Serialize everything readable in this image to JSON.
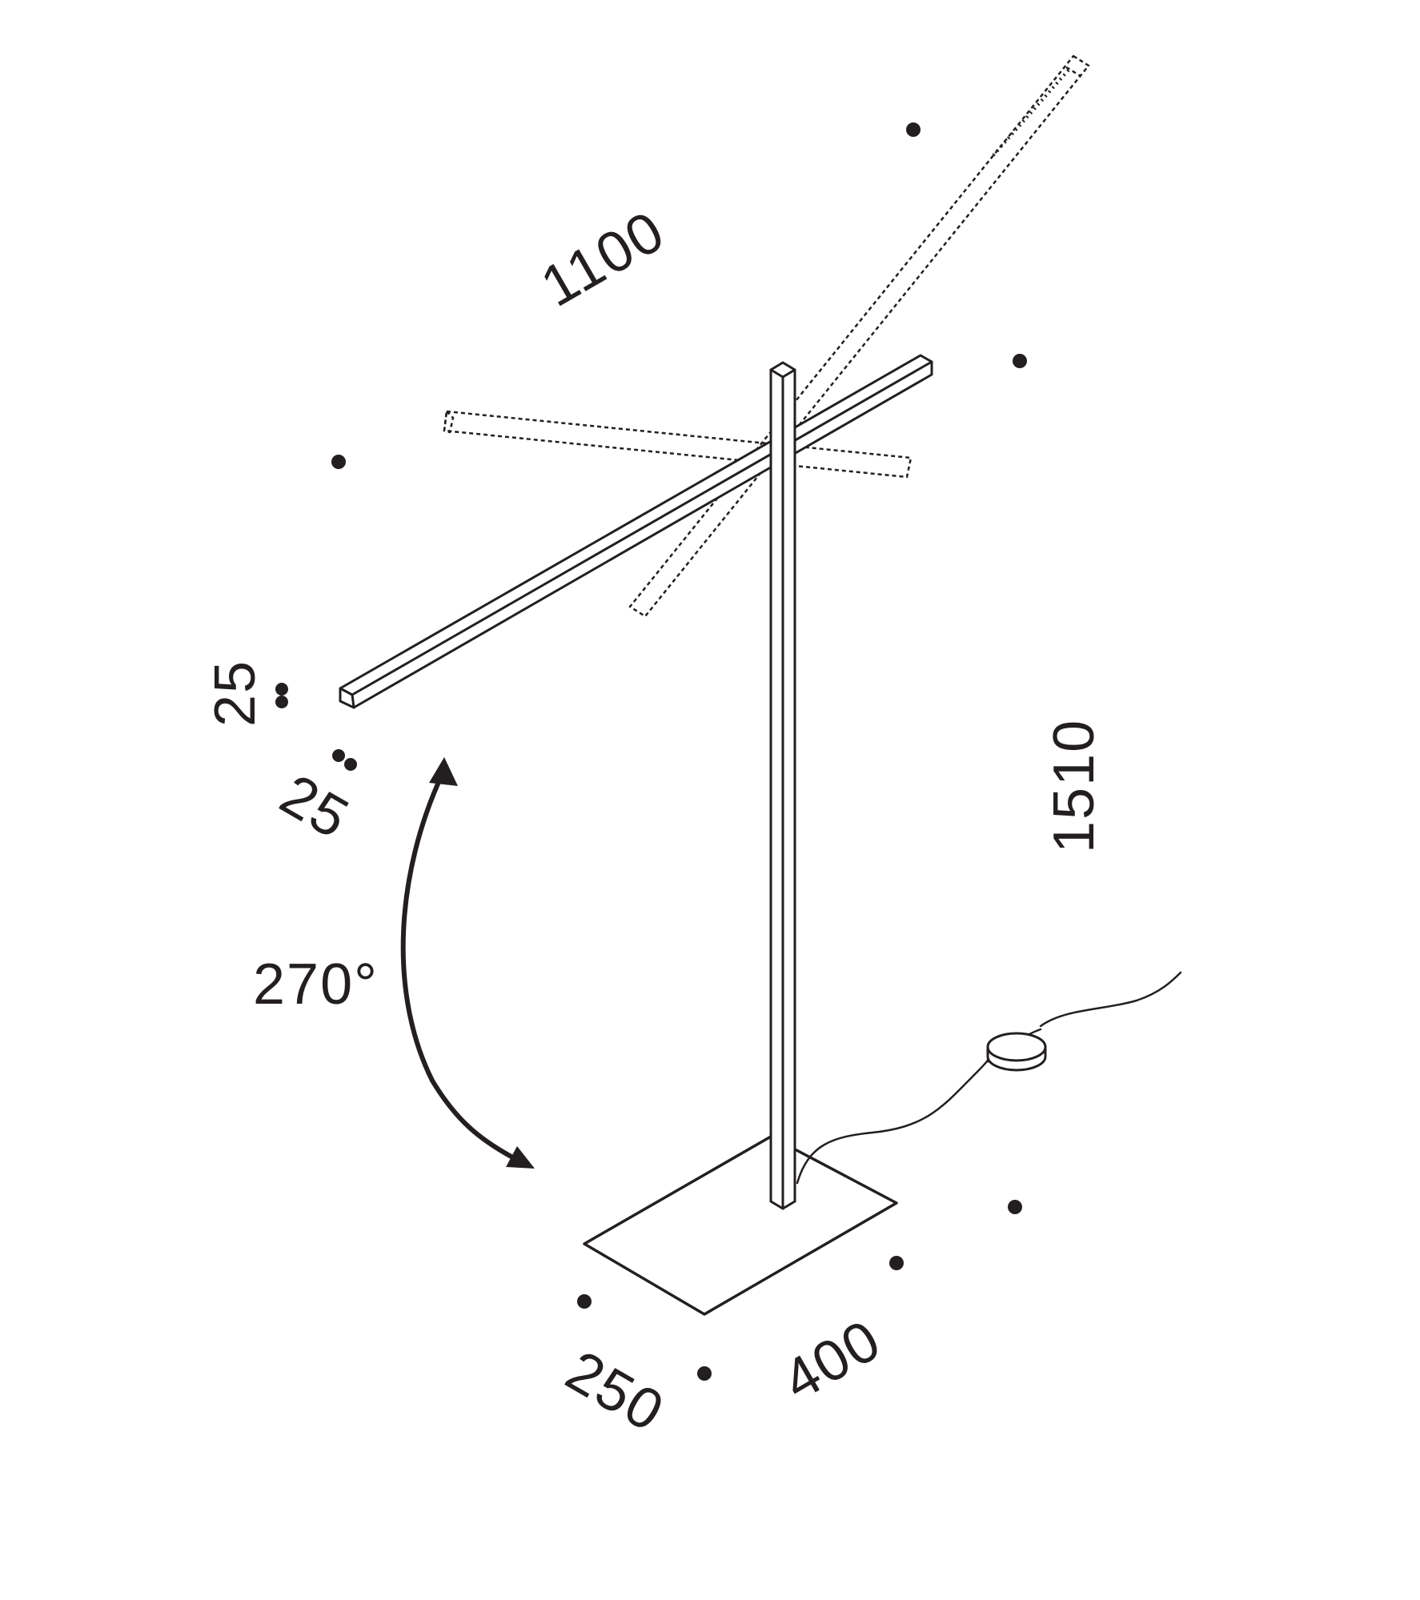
{
  "dimensions": {
    "arm_length": "1100",
    "height": "1510",
    "profile_height": "25",
    "profile_width": "25",
    "rotation": "270°",
    "base_width": "250",
    "base_length": "400"
  },
  "colors": {
    "line": "#231f20",
    "background": "#ffffff"
  }
}
